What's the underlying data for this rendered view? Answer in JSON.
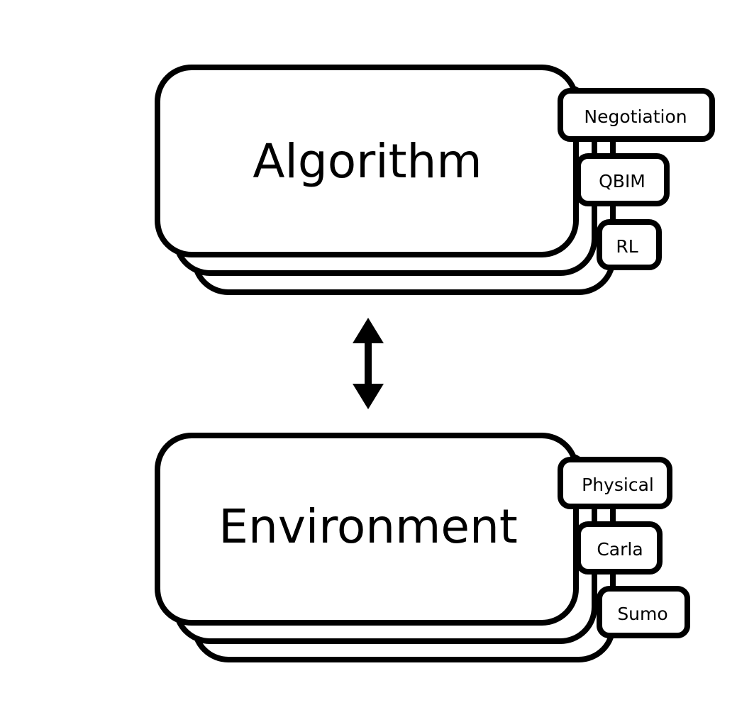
{
  "algorithm": {
    "title": "Algorithm",
    "tabs": [
      "Negotiation",
      "QBIM",
      "RL"
    ]
  },
  "environment": {
    "title": "Environment",
    "tabs": [
      "Physical",
      "Carla",
      "Sumo"
    ]
  },
  "colors": {
    "stroke": "#000000",
    "fill": "#ffffff"
  }
}
